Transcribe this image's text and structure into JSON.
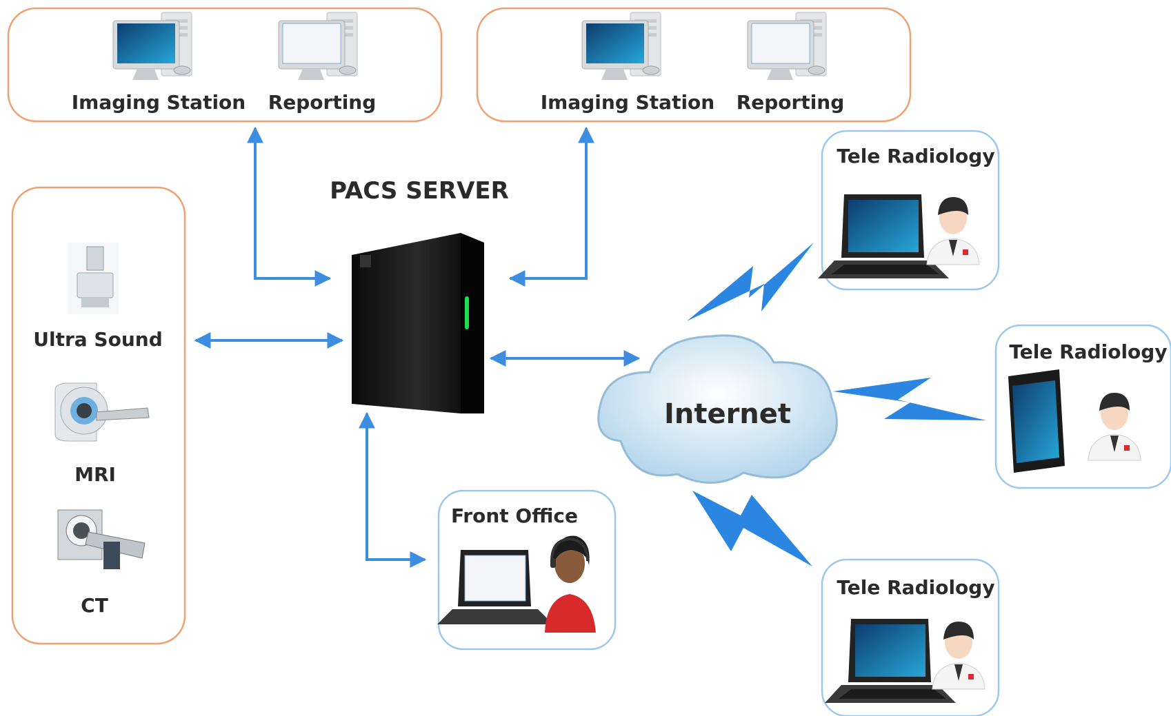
{
  "top_left_group": {
    "station_label": "Imaging Station",
    "reporting_label": "Reporting"
  },
  "top_right_group": {
    "station_label": "Imaging Station",
    "reporting_label": "Reporting"
  },
  "server": {
    "title": "PACS SERVER"
  },
  "modalities": {
    "items": [
      "Ultra Sound",
      "MRI",
      "CT"
    ]
  },
  "front_office": {
    "label": "Front Office"
  },
  "internet": {
    "label": "Internet"
  },
  "tele_radiology": {
    "top": "Tele Radiology",
    "middle": "Tele Radiology",
    "bottom": "Tele Radiology"
  },
  "colors": {
    "accent_orange": "#f0a070",
    "accent_blue": "#9cc8ee",
    "arrow_blue": "#3d8ee0",
    "bolt_blue": "#2a86e0"
  }
}
